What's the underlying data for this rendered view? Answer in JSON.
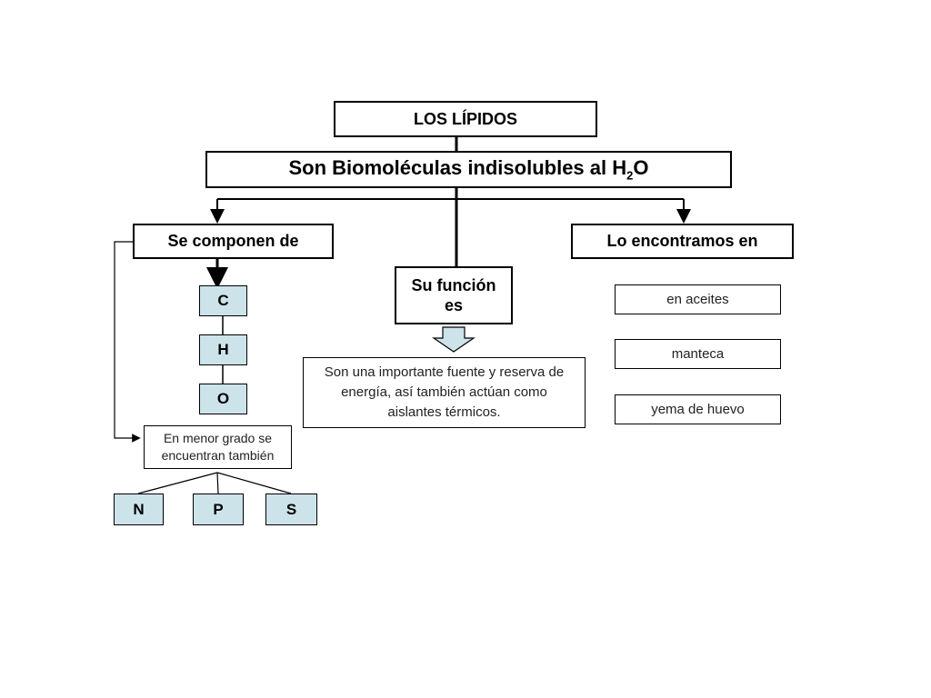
{
  "title": "LOS LÍPIDOS",
  "definition": {
    "prefix": "Son Biomoléculas indisolubles al H",
    "subscript": "2",
    "suffix": "O"
  },
  "composition": {
    "heading": "Se componen de",
    "elements": [
      "C",
      "H",
      "O"
    ],
    "minor_label": "En menor grado se encuentran también",
    "minor_elements": [
      "N",
      "P",
      "S"
    ]
  },
  "function": {
    "heading": "Su función es",
    "description": "Son  una importante fuente y reserva de energía, así también actúan como aislantes térmicos."
  },
  "found_in": {
    "heading": "Lo encontramos en",
    "items": [
      "en aceites",
      "manteca",
      "yema de huevo"
    ]
  },
  "colors": {
    "element_fill": "#cde3ea",
    "arrow_fill": "#cde3ea",
    "stroke": "#000000"
  }
}
